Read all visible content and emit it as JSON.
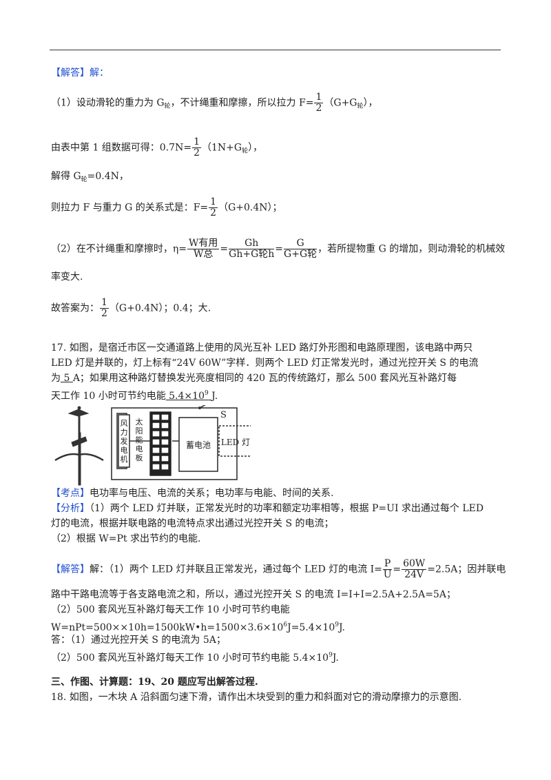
{
  "p1": "【解答】解：",
  "p2": {
    "a": "（1）设动滑轮的重力为 G",
    "b": "轮",
    "c": "，不计绳重和摩擦，所以拉力 F=",
    "num": "1",
    "den": "2",
    "d": "（G+G",
    "e": "轮",
    "f": "），"
  },
  "p3": {
    "a": "由表中第 1 组数据可得：0.7N=",
    "num": "1",
    "den": "2",
    "b": "（1N+G",
    "c": "轮",
    "d": "），"
  },
  "p4": {
    "a": "解得 G",
    "b": "轮",
    "c": "=0.4N，"
  },
  "p5": {
    "a": "则拉力 F 与重力 G 的关系式是：F=",
    "num": "1",
    "den": "2",
    "b": "（G+0.4N）；"
  },
  "p6": {
    "a": "（2）在不计绳重和摩擦时，η=",
    "n1": "W有用",
    "d1": "W总",
    "eq1": "=",
    "n2": "Gh",
    "d2": "Gh+G轮h",
    "eq2": "=",
    "n3": "G",
    "d3": "G+G轮",
    "b": "，若所提物重 G 的增加，则动滑轮的机械效"
  },
  "p7": "率变大.",
  "p8": {
    "a": "故答案为：",
    "num": "1",
    "den": "2",
    "b": "（G+0.4N）；0.4；大."
  },
  "q17": {
    "l1": "17. 如图，是宿迁市区一交通道路上使用的风光互补 LED 路灯外形图和电路原理图，该电路中两只",
    "l2": "LED 灯是并联的，灯上标有“24V 60W”字样．则两个 LED 灯正常发光时，通过光控开关 S 的电流",
    "l3a": "为",
    "l3b": "  5  ",
    "l3c": "A；如果用这种路灯替换发光亮度相同的 420 瓦的传统路灯，那么 500 套风光互补路灯每",
    "l4a": "天工作 10 小时可节约电能",
    "l4b": "  5.4×10",
    "l4sup": "9",
    "l4c": "  ",
    "l4d": "J."
  },
  "figure": {
    "wind": "风力发电机",
    "solar": "太阳能电板",
    "battery": "蓄电池",
    "led": "LED 灯",
    "switch": "S"
  },
  "kd": {
    "tag": "【考点】",
    "text": "电功率与电压、电流的关系；电功率与电能、时间的关系."
  },
  "fx": {
    "tag": "【分析】",
    "l1": "（1）两个 LED 灯并联，正常发光时的功率和额定功率相等，根据 P=UI 求出通过每个 LED",
    "l2": "灯的电流，根据并联电路的电流特点求出通过光控开关 S 的电流；",
    "l3": "（2）根据 W=Pt 求出节约的电能."
  },
  "jd": {
    "tag": "【解答】",
    "a": "解：（1）两个 LED 灯并联且正常发光，通过每个 LED 灯的电流 I=",
    "n1": "P",
    "d1": "U",
    "eq": "=",
    "n2": "60W",
    "d2": "24V",
    "b": "=2.5A；因并联电",
    "l2": "路中干路电流等于各支路电流之和，所以，通过光控开关 S 的电流 I=I+I=2.5A+2.5A=5A；",
    "l3": "（2）500 套风光互补路灯每天工作 10 小时可节约电能",
    "l4a": "W=nPt=500××10h=1500kW•h=1500×3.6×10",
    "l4s1": "6",
    "l4b": "J=5.4×10",
    "l4s2": "9",
    "l4c": "J.",
    "l5": "答：（1）通过光控开关 S 的电流为 5A；",
    "l6a": "（2）500 套风光互补路灯每天工作 10 小时可节约电能 5.4×10",
    "l6s": "9",
    "l6b": "J."
  },
  "sec3": "三、作图、计算题：19、20 题应写出解答过程.",
  "q18": "18. 如图，一木块 A 沿斜面匀速下滑，请作出木块受到的重力和斜面对它的滑动摩擦力的示意图."
}
